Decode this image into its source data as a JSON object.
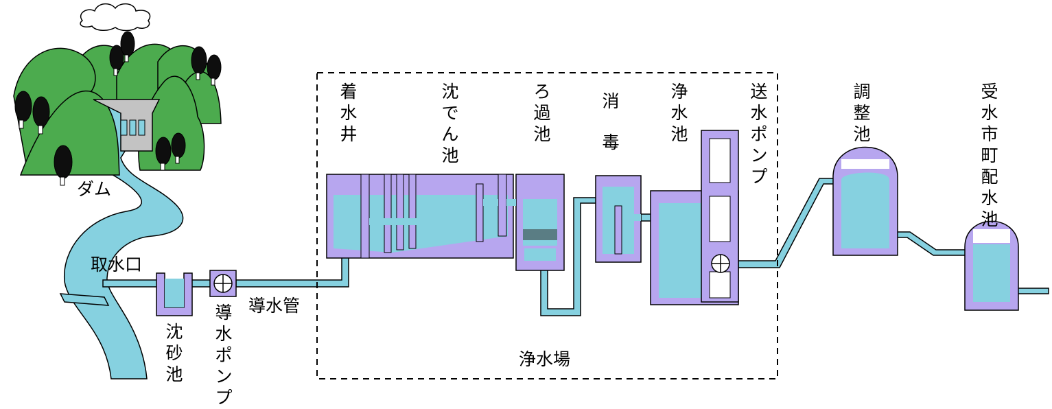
{
  "colors": {
    "water": "#86d1e0",
    "tank_outline": "#b7a6ef",
    "mountain": "#4cab4e",
    "tree": "#0e0e0e",
    "dam": "#c3c3c3",
    "filter_media": "#5a7d84",
    "dashed_border": "#000000"
  },
  "labels": {
    "dam": "ダム",
    "intake": "取水口",
    "grit_chamber": "沈砂池",
    "intake_pump": "導水ポンプ",
    "conduit": "導水管",
    "receiving_well": "着水井",
    "sedimentation": "沈でん池",
    "filtration": "ろ過池",
    "disinfection": "消毒",
    "clear_water": "浄水池",
    "transmission_pump": "送水ポンプ",
    "regulating": "調整池",
    "distribution": "受水市町配水池",
    "plant": "浄水場"
  }
}
